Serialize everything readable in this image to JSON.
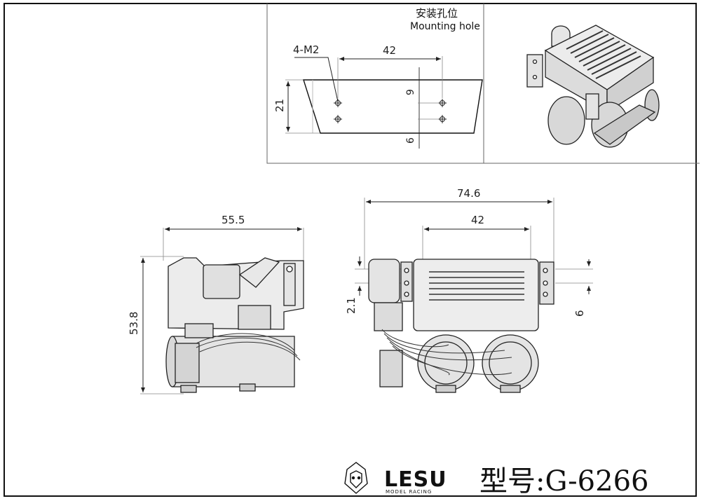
{
  "mounting": {
    "title_cn": "安装孔位",
    "title_en": "Mounting hole",
    "hole_label": "4-M2",
    "dim_width": "42",
    "dim_height": "21",
    "dim_spacing_a": "9",
    "dim_spacing_b": "6"
  },
  "side_view": {
    "dim_width": "55.5",
    "dim_height": "53.8"
  },
  "front_view": {
    "dim_total": "74.6",
    "dim_mount": "42",
    "dim_offset": "2.1",
    "dim_spacing": "6"
  },
  "brand": {
    "name": "LESU",
    "subtitle": "MODEL RACING",
    "model_label": "型号:G-6266"
  }
}
